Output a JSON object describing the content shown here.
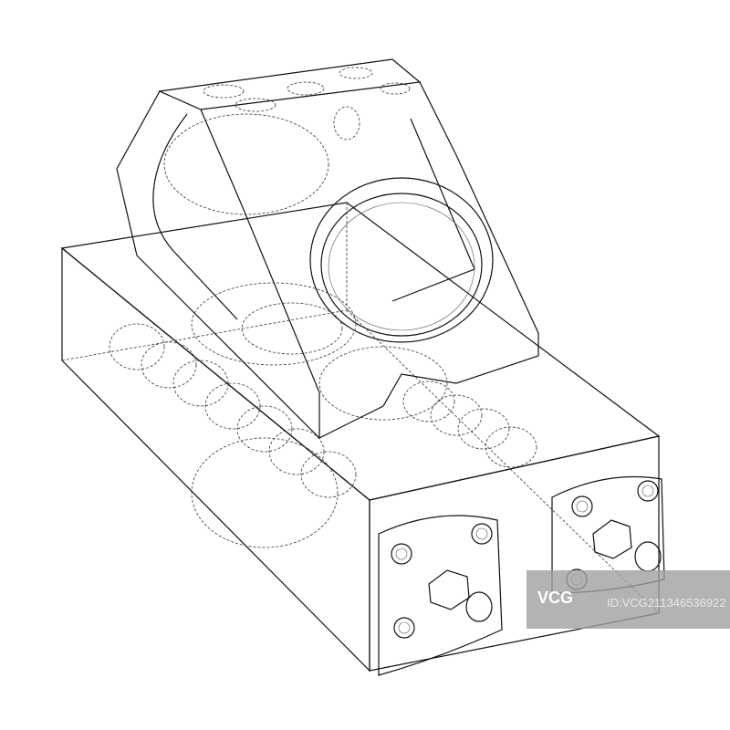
{
  "image": {
    "subject": "engine-block-wireframe"
  },
  "watermark": {
    "logo": "VCG",
    "id": "ID:VCG211346536922"
  }
}
